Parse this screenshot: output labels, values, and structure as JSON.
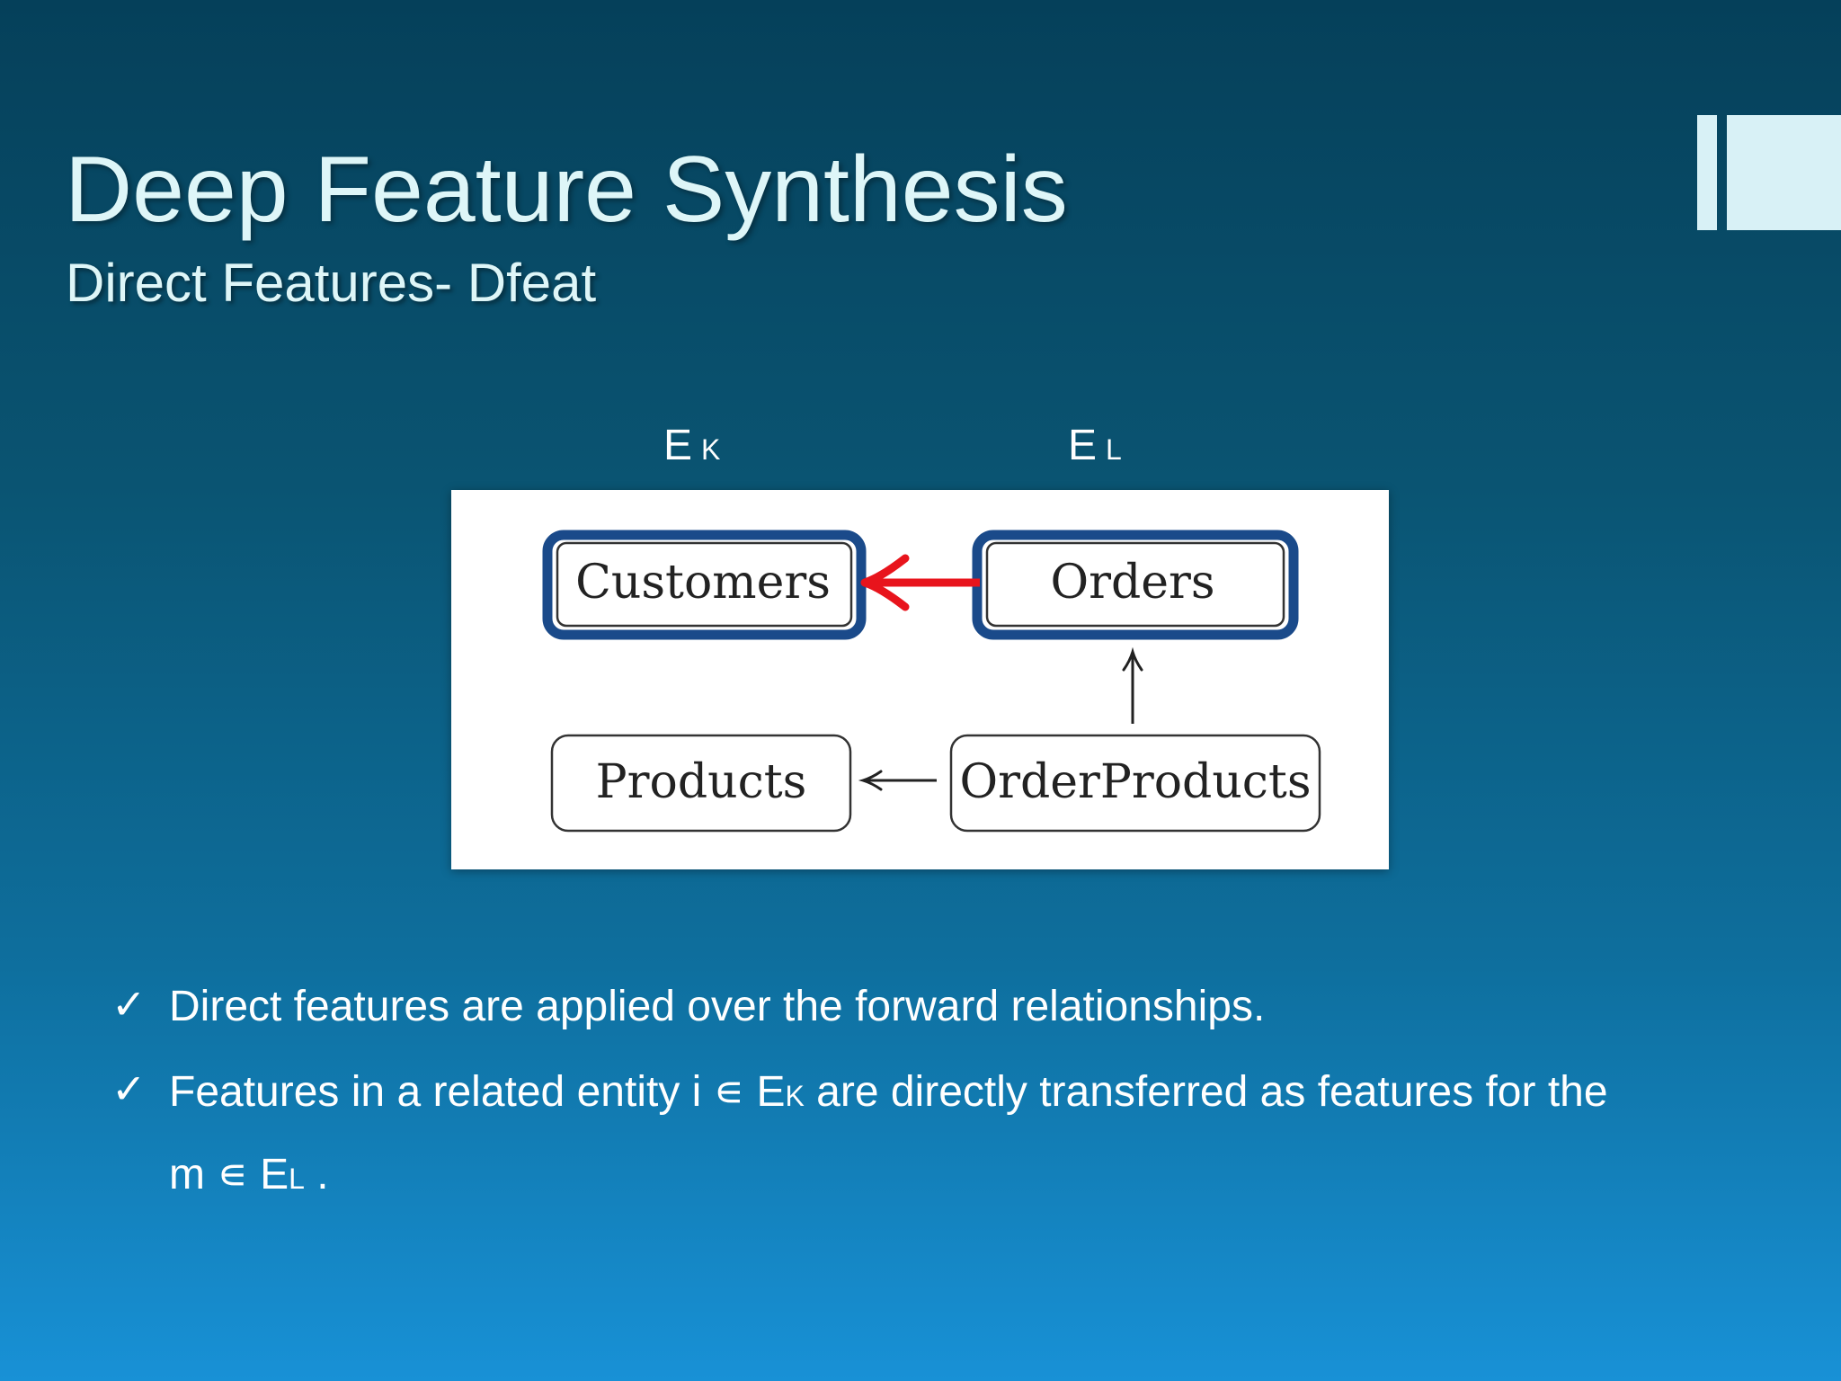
{
  "slide": {
    "title": "Deep Feature Synthesis",
    "subtitle": "Direct Features- Dfeat"
  },
  "entity_labels": {
    "left": {
      "main": "E",
      "sub": "K"
    },
    "right": {
      "main": "E",
      "sub": "L"
    }
  },
  "diagram": {
    "nodes": {
      "customers": "Customers",
      "orders": "Orders",
      "products": "Products",
      "order_products": "OrderProducts"
    },
    "highlight_color": "#1a4a8a",
    "arrow_highlight_color": "#e8141c"
  },
  "bullets": {
    "b1": "Direct features are applied over the forward relationships.",
    "b2_part1": " Features in a related entity i ∊ E",
    "b2_sub": "K",
    "b2_part2": " are directly transferred as features for the",
    "b2_line2_part1": "m ∊ E",
    "b2_line2_sub": "L",
    "b2_line2_part2": " ."
  }
}
